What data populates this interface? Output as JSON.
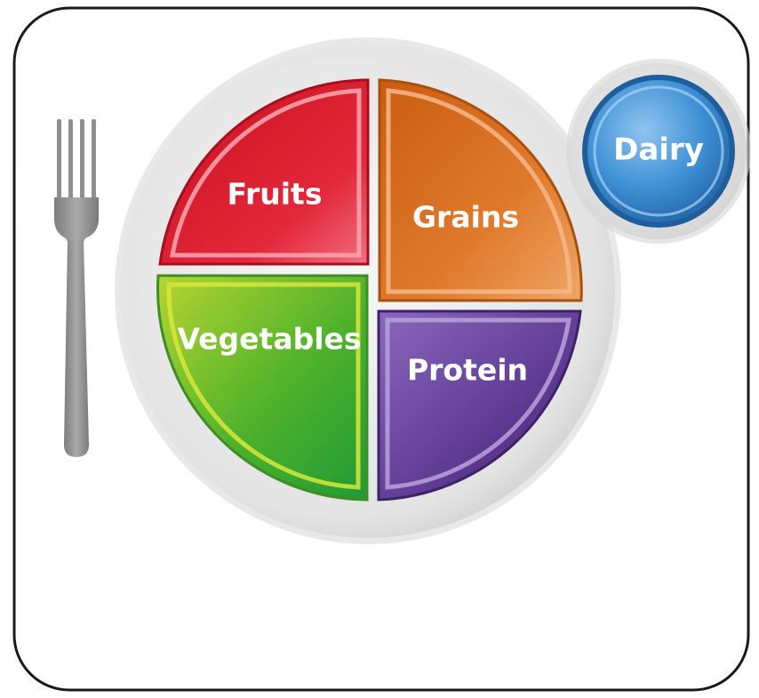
{
  "segments": {
    "fruits": {
      "label": "Fruits",
      "color": "#d9202e",
      "light": "#f26b7a"
    },
    "grains": {
      "label": "Grains",
      "color": "#d76a1e",
      "light": "#f3a466"
    },
    "vegetables": {
      "label": "Vegetables",
      "color": "#52b52d",
      "light": "#d2e23d"
    },
    "protein": {
      "label": "Protein",
      "color": "#5c3a8e",
      "light": "#9d84c8"
    }
  },
  "dairy": {
    "label": "Dairy",
    "color": "#2f7fc4",
    "light": "#7ab7ea"
  },
  "icons": {
    "utensil": "fork-icon"
  }
}
